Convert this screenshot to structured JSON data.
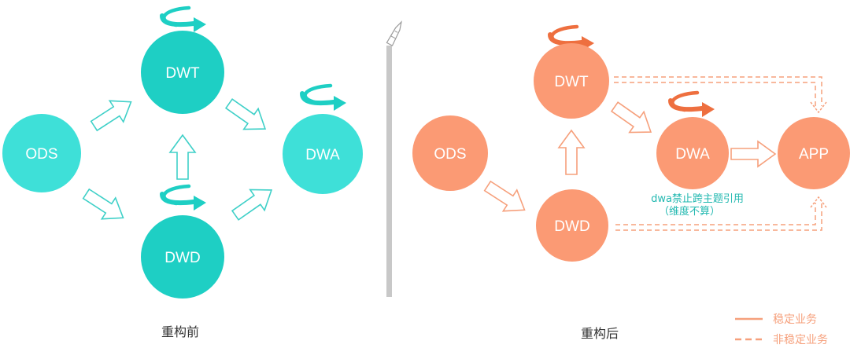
{
  "colors": {
    "before_node": "#3ee0d8",
    "before_node_dark": "#1ecfc4",
    "before_arrow": "#3fd0c8",
    "after_node": "#fb9a74",
    "after_arrow": "#f6a07c",
    "after_loop": "#ee6f3f",
    "note_text": "#21b8b0",
    "divider": "#c8c8c8"
  },
  "before": {
    "caption": "重构前",
    "nodes": {
      "ods": "ODS",
      "dwt": "DWT",
      "dwd": "DWD",
      "dwa": "DWA"
    }
  },
  "after": {
    "caption": "重构后",
    "nodes": {
      "ods": "ODS",
      "dwt": "DWT",
      "dwd": "DWD",
      "dwa": "DWA",
      "app": "APP"
    },
    "note_line1": "dwa禁止跨主题引用",
    "note_line2": "（维度不算）"
  },
  "legend": {
    "stable": "稳定业务",
    "unstable": "非稳定业务"
  },
  "icons": {
    "self_loop": "circular-arrow-icon",
    "divider_pen": "pen-icon"
  }
}
